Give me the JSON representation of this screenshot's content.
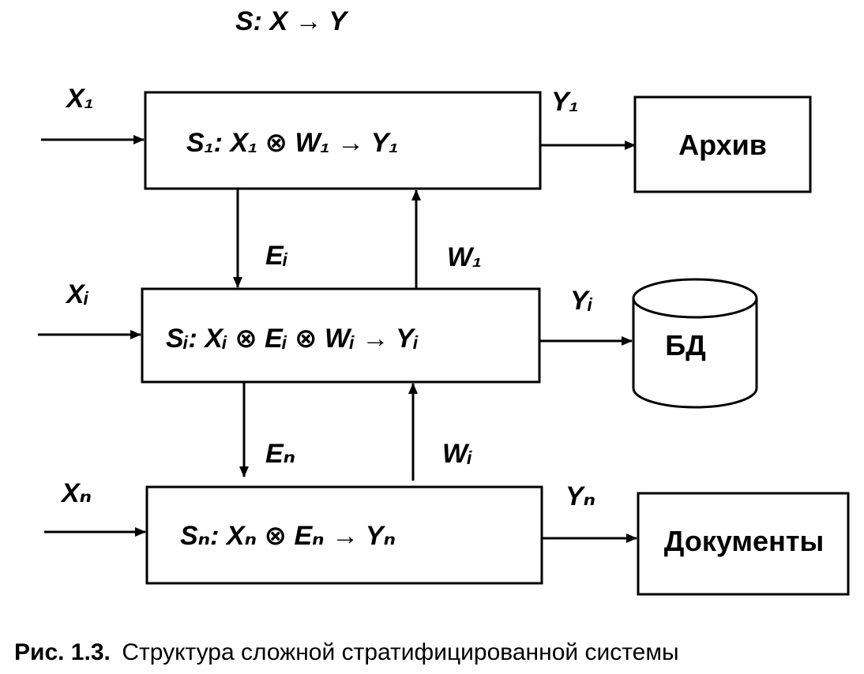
{
  "title": "S: X → Y",
  "levels": [
    {
      "input": "X₁",
      "output": "Y₁",
      "formula": "S₁: X₁  ⊗  W₁  → Y₁"
    },
    {
      "input": "Xᵢ",
      "output": "Yᵢ",
      "formula": "Sᵢ: Xᵢ  ⊗ Eᵢ ⊗ Wᵢ  → Yᵢ"
    },
    {
      "input": "Xₙ",
      "output": "Yₙ",
      "formula": "Sₙ: Xₙ  ⊗ Eₙ  → Yₙ"
    }
  ],
  "links": {
    "down_1_i": "Eᵢ",
    "up_i_1": "W₁",
    "down_i_n": "Eₙ",
    "up_n_i": "Wᵢ"
  },
  "sinks": {
    "archive": "Архив",
    "database": "БД",
    "documents": "Документы"
  },
  "caption": {
    "number": "Рис. 1.3.",
    "text": "Структура сложной стратифицированной системы"
  }
}
